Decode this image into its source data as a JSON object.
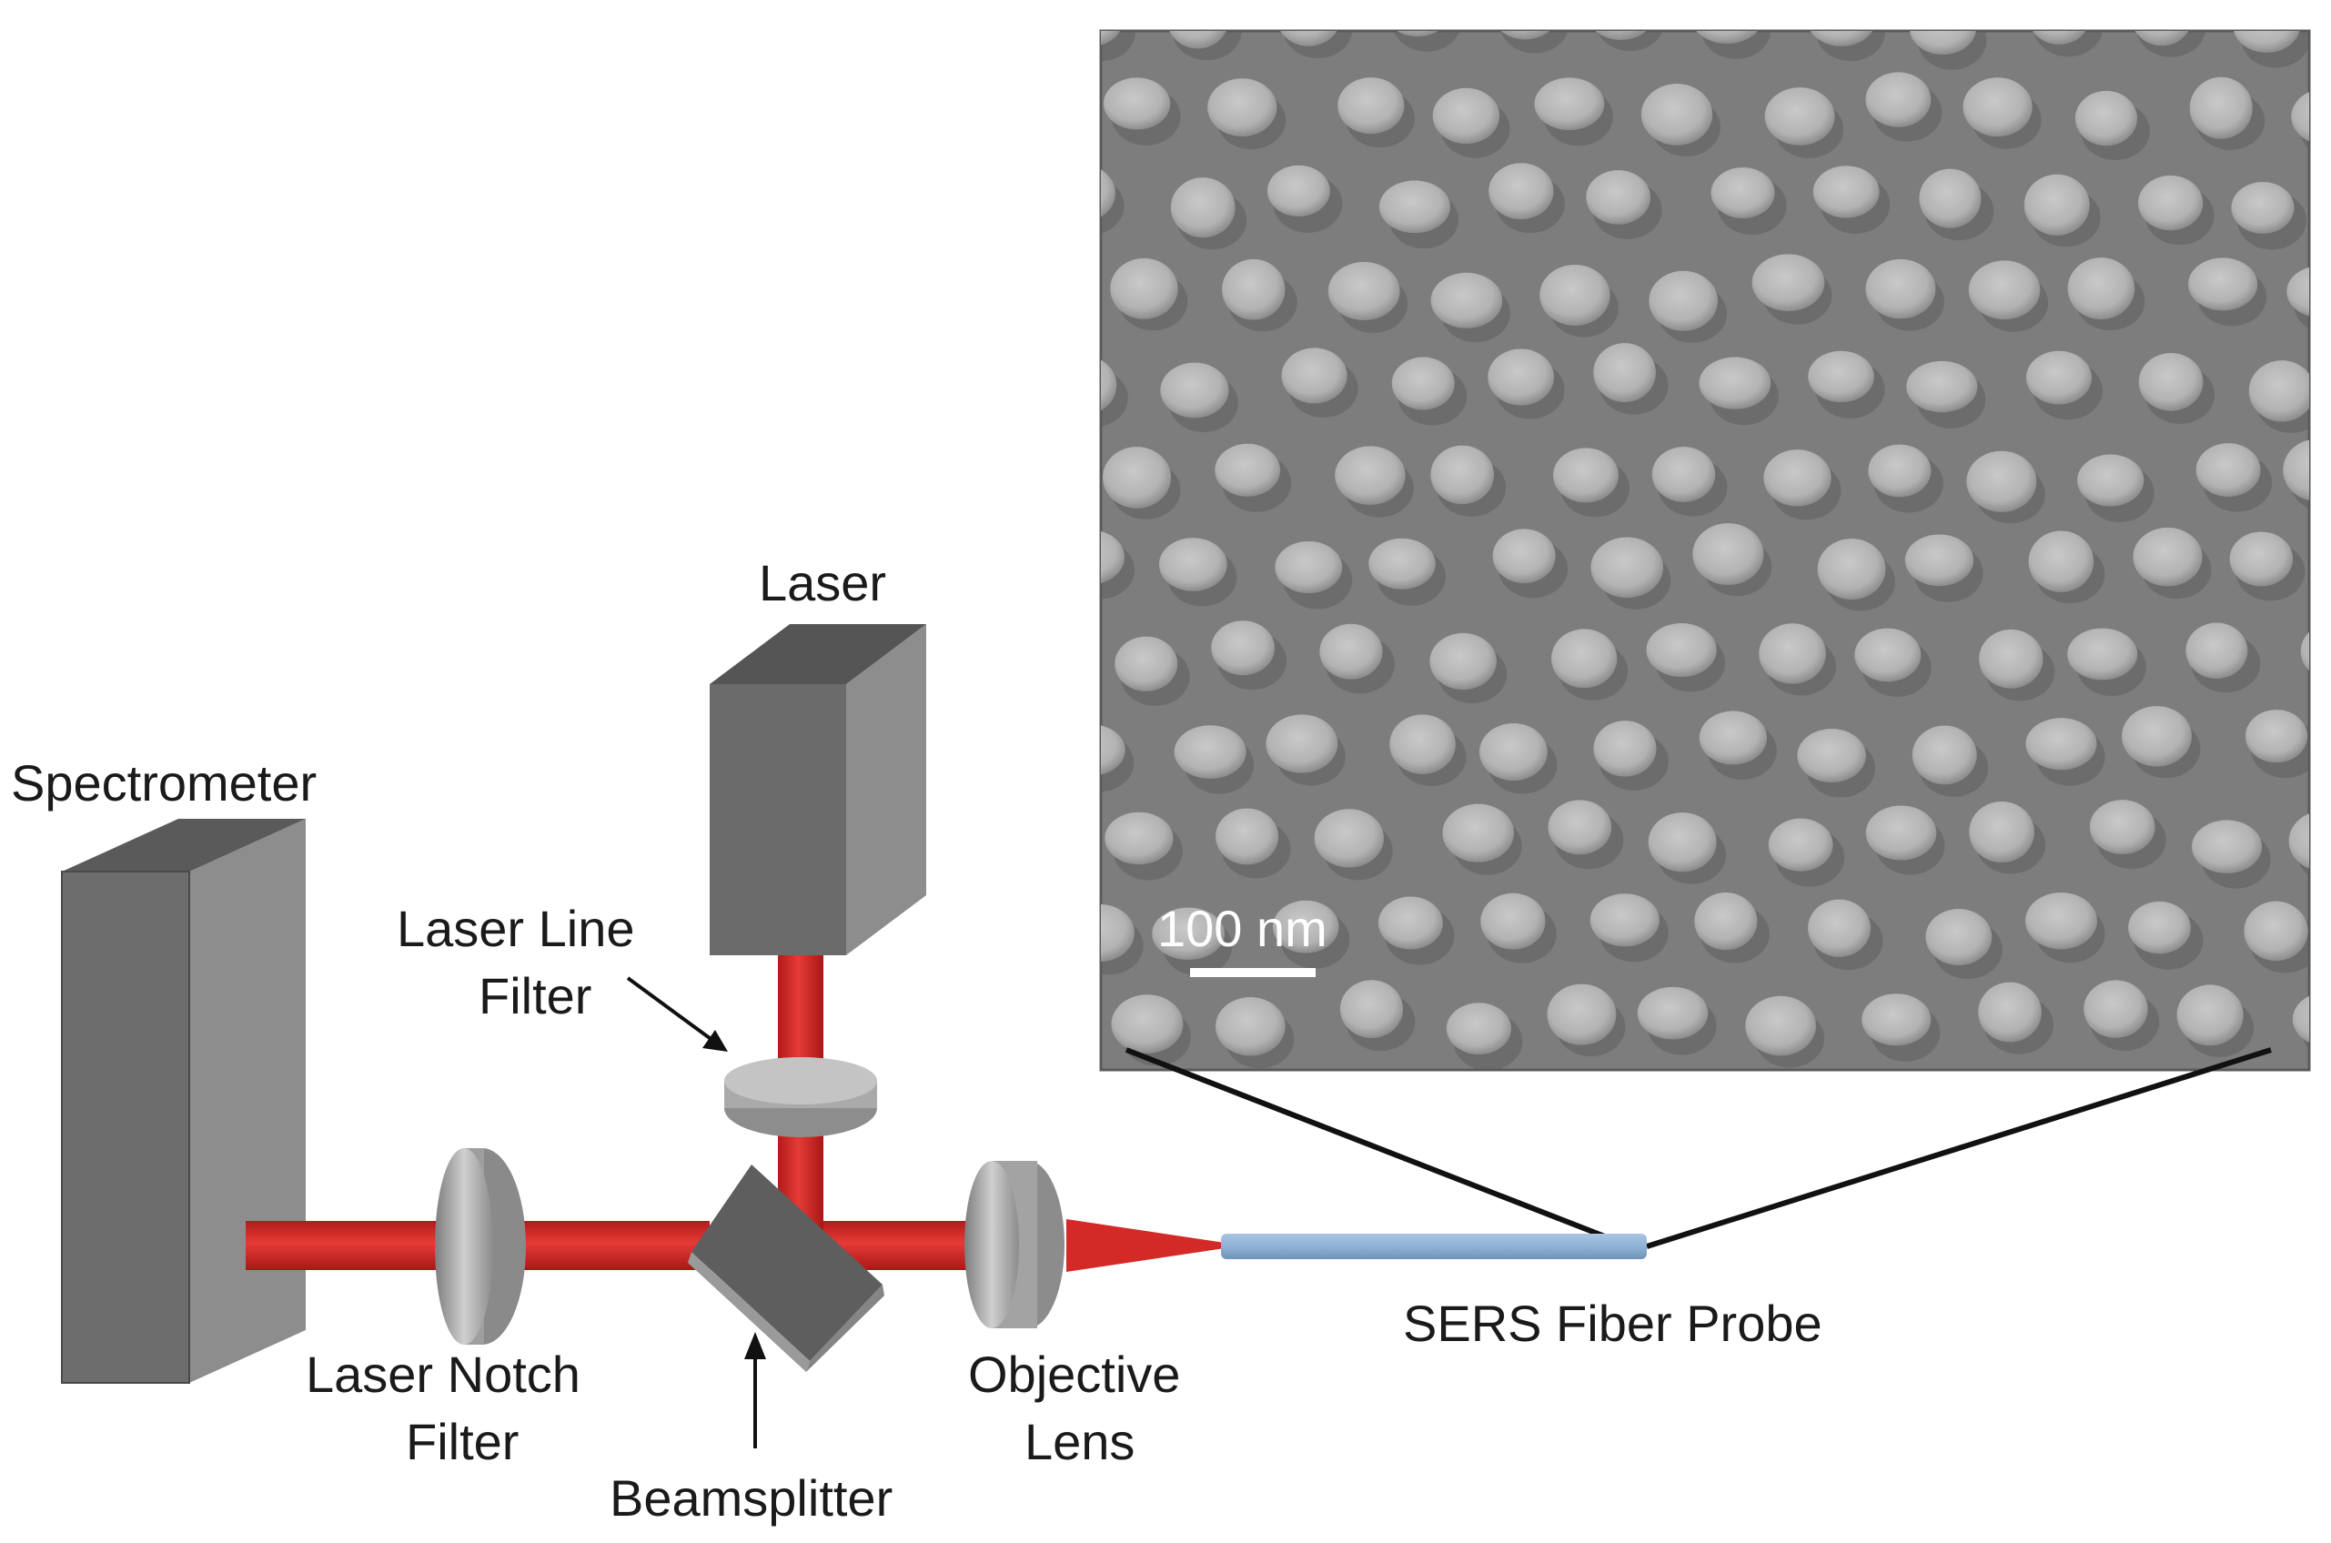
{
  "diagram": {
    "components": {
      "spectrometer": "Spectrometer",
      "laser": "Laser",
      "laser_line_filter": [
        "Laser Line",
        "Filter"
      ],
      "laser_notch_filter": [
        "Laser Notch",
        "Filter"
      ],
      "beamsplitter": "Beamsplitter",
      "objective_lens": [
        "Objective",
        "Lens"
      ],
      "fiber_probe": "SERS Fiber Probe"
    },
    "sem_inset": {
      "scale_bar_label": "100 nm"
    },
    "colors": {
      "beam": "#d42a27",
      "component_dark": "#6b6b6b",
      "component_light": "#9a9a9a",
      "fiber": "#8fb2d4",
      "sem_background": "#7b7b7b",
      "sem_particle": "#b8b8b8"
    }
  }
}
